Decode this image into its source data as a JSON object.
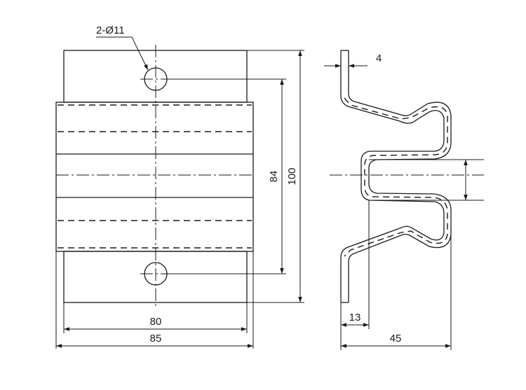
{
  "labels": {
    "hole_callout": "2-Ø11",
    "dim_width_80": "80",
    "dim_width_85": "85",
    "dim_pitch_84": "84",
    "dim_height_100": "100",
    "dim_thickness_4": "4",
    "dim_offset_13": "13",
    "dim_depth_45": "45"
  }
}
